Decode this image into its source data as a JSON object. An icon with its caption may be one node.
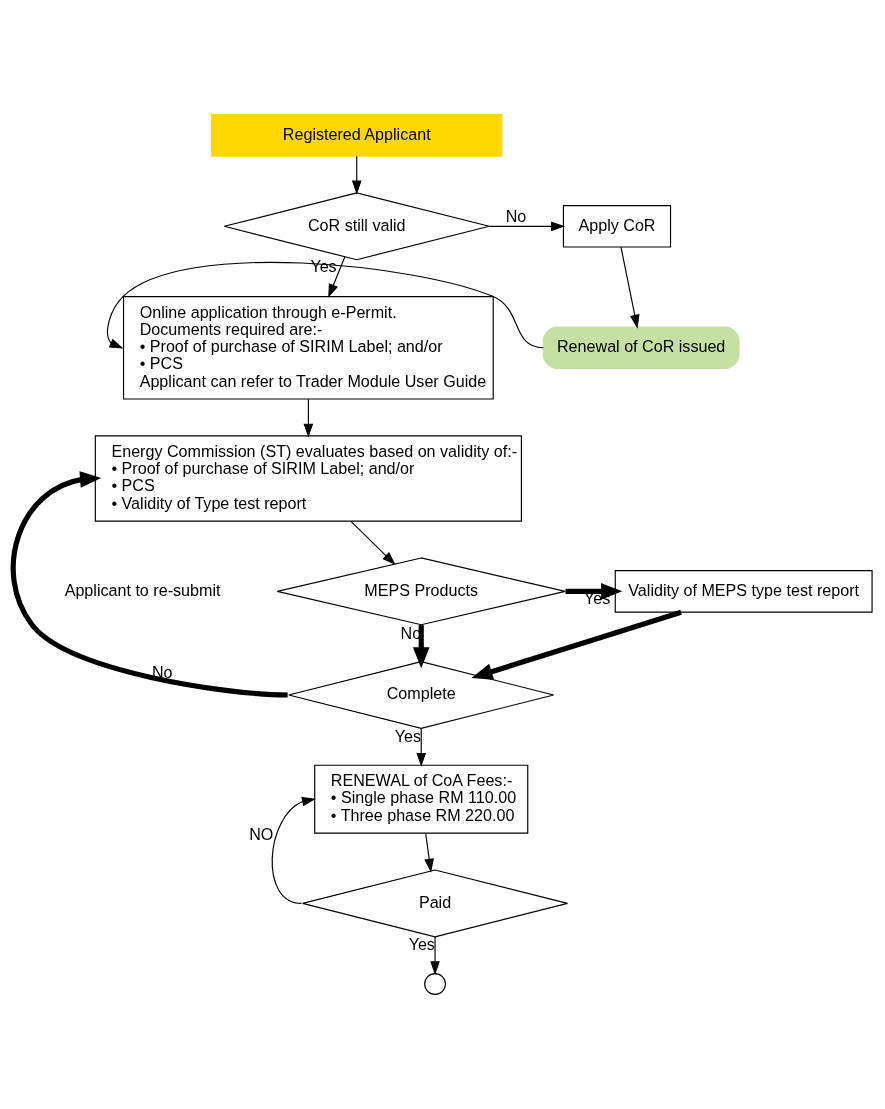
{
  "diagram": {
    "nodes": [
      {
        "text": [
          "Registered Applicant"
        ]
      },
      {
        "text": [
          "CoR still valid"
        ]
      },
      {
        "text": [
          "Apply CoR"
        ]
      },
      {
        "text": [
          "Online application through e-Permit.",
          "Documents required are:-",
          "• Proof of purchase of SIRIM Label; and/or",
          "• PCS",
          "Applicant can refer to Trader Module User Guide"
        ]
      },
      {
        "text": [
          "Renewal of CoR issued"
        ]
      },
      {
        "text": [
          "Energy Commission (ST) evaluates based on validity of:-",
          "• Proof of purchase of SIRIM Label; and/or",
          "• PCS",
          "• Validity of Type test report"
        ]
      },
      {
        "text": [
          "MEPS Products"
        ]
      },
      {
        "text": [
          "Validity of MEPS type test report"
        ]
      },
      {
        "text": [
          "Complete"
        ]
      },
      {
        "text": [
          "RENEWAL of CoA Fees:-",
          "• Single phase RM 110.00",
          "• Three phase RM 220.00"
        ]
      },
      {
        "text": [
          "Paid"
        ]
      },
      {
        "text": [],
        "shape": "circle"
      }
    ],
    "edges": [
      {
        "from": 0,
        "to": 1,
        "arrow": "to"
      },
      {
        "from": 1,
        "to": 2,
        "arrow": "to",
        "label": "No"
      },
      {
        "from": 1,
        "to": 3,
        "arrow": "to",
        "label": "Yes"
      },
      {
        "from": 2,
        "to": 4,
        "arrow": "to"
      },
      {
        "from": 4,
        "to": 3,
        "arrow": "to"
      },
      {
        "from": 3,
        "to": 5,
        "arrow": "to"
      },
      {
        "from": 5,
        "to": 6,
        "arrow": "to"
      },
      {
        "from": 6,
        "to": 7,
        "arrow": "to",
        "label": "Yes",
        "style": "thick"
      },
      {
        "from": 6,
        "to": 8,
        "arrow": "to",
        "label": "No",
        "style": "thick"
      },
      {
        "from": 7,
        "to": 8,
        "arrow": "to",
        "style": "thick"
      },
      {
        "from": 8,
        "to": 5,
        "arrow": "to",
        "label": "No",
        "style": "thick"
      },
      {
        "from": 8,
        "to": 9,
        "arrow": "to",
        "label": "Yes"
      },
      {
        "from": 9,
        "to": 10,
        "arrow": "to"
      },
      {
        "from": 10,
        "to": 9,
        "arrow": "to",
        "label": "NO"
      },
      {
        "from": 10,
        "to": 11,
        "arrow": "to",
        "label": "Yes"
      }
    ],
    "labels": [
      "Applicant to re-submit"
    ]
  }
}
